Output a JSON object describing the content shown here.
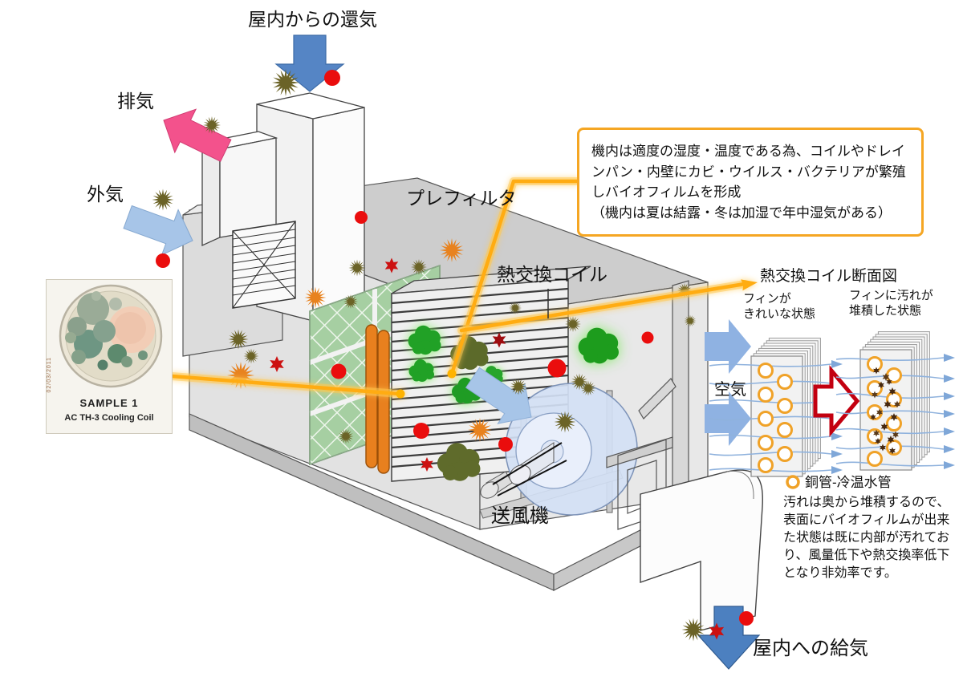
{
  "diagram": {
    "flow_labels": {
      "return_air": "屋内からの還気",
      "exhaust": "排気",
      "outside_air": "外気",
      "supply_air": "屋内への給気"
    },
    "component_labels": {
      "pre_filter": "プレフィルタ",
      "heat_exchange_coil": "熱交換コイル",
      "fan": "送風機"
    },
    "callout_box": {
      "text": "機内は適度の湿度・温度である為、コイルやドレインパン・内壁にカビ・ウイルス・バクテリアが繁殖しバイオフィルムを形成\n（機内は夏は結露・冬は加湿で年中湿気がある）",
      "border_color": "#f5a623"
    },
    "cross_section": {
      "title": "熱交換コイル断面図",
      "clean_state": "フィンが\nきれいな状態",
      "dirty_state": "フィンに汚れが\n堆積した状態",
      "air": "空気",
      "legend_copper_pipe": "銅管-冷温水管",
      "note": "汚れは奥から堆積するので、表面にバイオフィルムが出来た状態は既に内部が汚れており、風量低下や熱交換率低下となり非効率です。"
    },
    "photo": {
      "caption_title": "SAMPLE 1",
      "caption_subtitle": "AC TH-3 Cooling Coil",
      "date_stamp": "02/03/2011"
    },
    "colors": {
      "flow_arrow_blue": "#4c80c0",
      "exhaust_arrow_pink": "#f3528c",
      "outside_air_blue": "#a7c5e8",
      "leader_line_orange": "#ffac12",
      "mold_colony_green": "#21a126",
      "mold_spore_olive": "#6b6327",
      "dust_orange": "#e8821e",
      "virus_red": "#cc1111",
      "bacteria_red": "#ea0d0d",
      "copper_pipe_ring": "#f0a228",
      "coil_pipe_orange": "#e8801e",
      "filter_green": "#a6cfa2"
    }
  }
}
